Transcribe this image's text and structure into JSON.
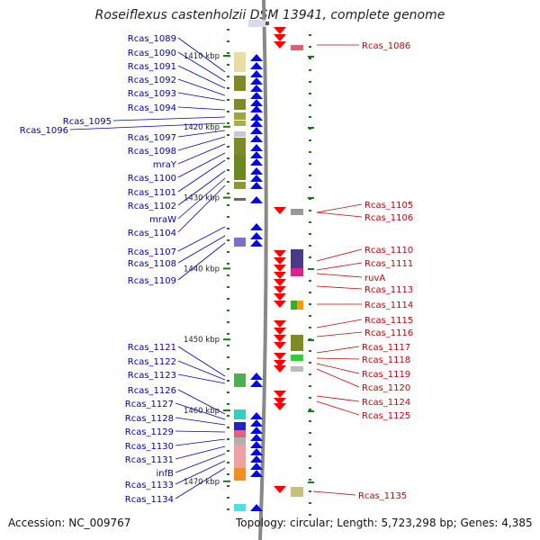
{
  "title": "Roseiflexus castenholzii DSM 13941, complete genome",
  "footer": {
    "accession": "Accession: NC_009767",
    "topology": "Topology: circular; Length: 5,723,298 bp; Genes: 4,385"
  },
  "colors": {
    "left_label": "#0000b4",
    "right_label": "#cc0000",
    "minus_strand_arrow": "#0000ff",
    "plus_strand_arrow": "#ff0000",
    "ruler": "#1a7a1a",
    "backbone": "#888888"
  },
  "scale": {
    "unit": "kbp",
    "ticks": [
      {
        "value": 1410,
        "label": "1410 kbp"
      },
      {
        "value": 1420,
        "label": "1420 kbp"
      },
      {
        "value": 1430,
        "label": "1430 kbp"
      },
      {
        "value": 1440,
        "label": "1440 kbp"
      },
      {
        "value": 1450,
        "label": "1450 kbp"
      },
      {
        "value": 1460,
        "label": "1460 kbp"
      },
      {
        "value": 1470,
        "label": "1470 kbp"
      }
    ]
  },
  "left_genes": [
    "Rcas_1089",
    "Rcas_1090",
    "Rcas_1091",
    "Rcas_1092",
    "Rcas_1093",
    "Rcas_1094",
    "Rcas_1095",
    "Rcas_1096",
    "Rcas_1097",
    "Rcas_1098",
    "mraY",
    "Rcas_1100",
    "Rcas_1101",
    "Rcas_1102",
    "mraW",
    "Rcas_1104",
    "Rcas_1107",
    "Rcas_1108",
    "Rcas_1109",
    "Rcas_1121",
    "Rcas_1122",
    "Rcas_1123",
    "Rcas_1126",
    "Rcas_1127",
    "Rcas_1128",
    "Rcas_1129",
    "Rcas_1130",
    "Rcas_1131",
    "infB",
    "Rcas_1133",
    "Rcas_1134"
  ],
  "right_genes": [
    "Rcas_1086",
    "Rcas_1105",
    "Rcas_1106",
    "Rcas_1110",
    "Rcas_1111",
    "ruvA",
    "Rcas_1113",
    "Rcas_1114",
    "Rcas_1115",
    "Rcas_1116",
    "Rcas_1117",
    "Rcas_1118",
    "Rcas_1119",
    "Rcas_1120",
    "Rcas_1124",
    "Rcas_1125",
    "Rcas_1135"
  ]
}
